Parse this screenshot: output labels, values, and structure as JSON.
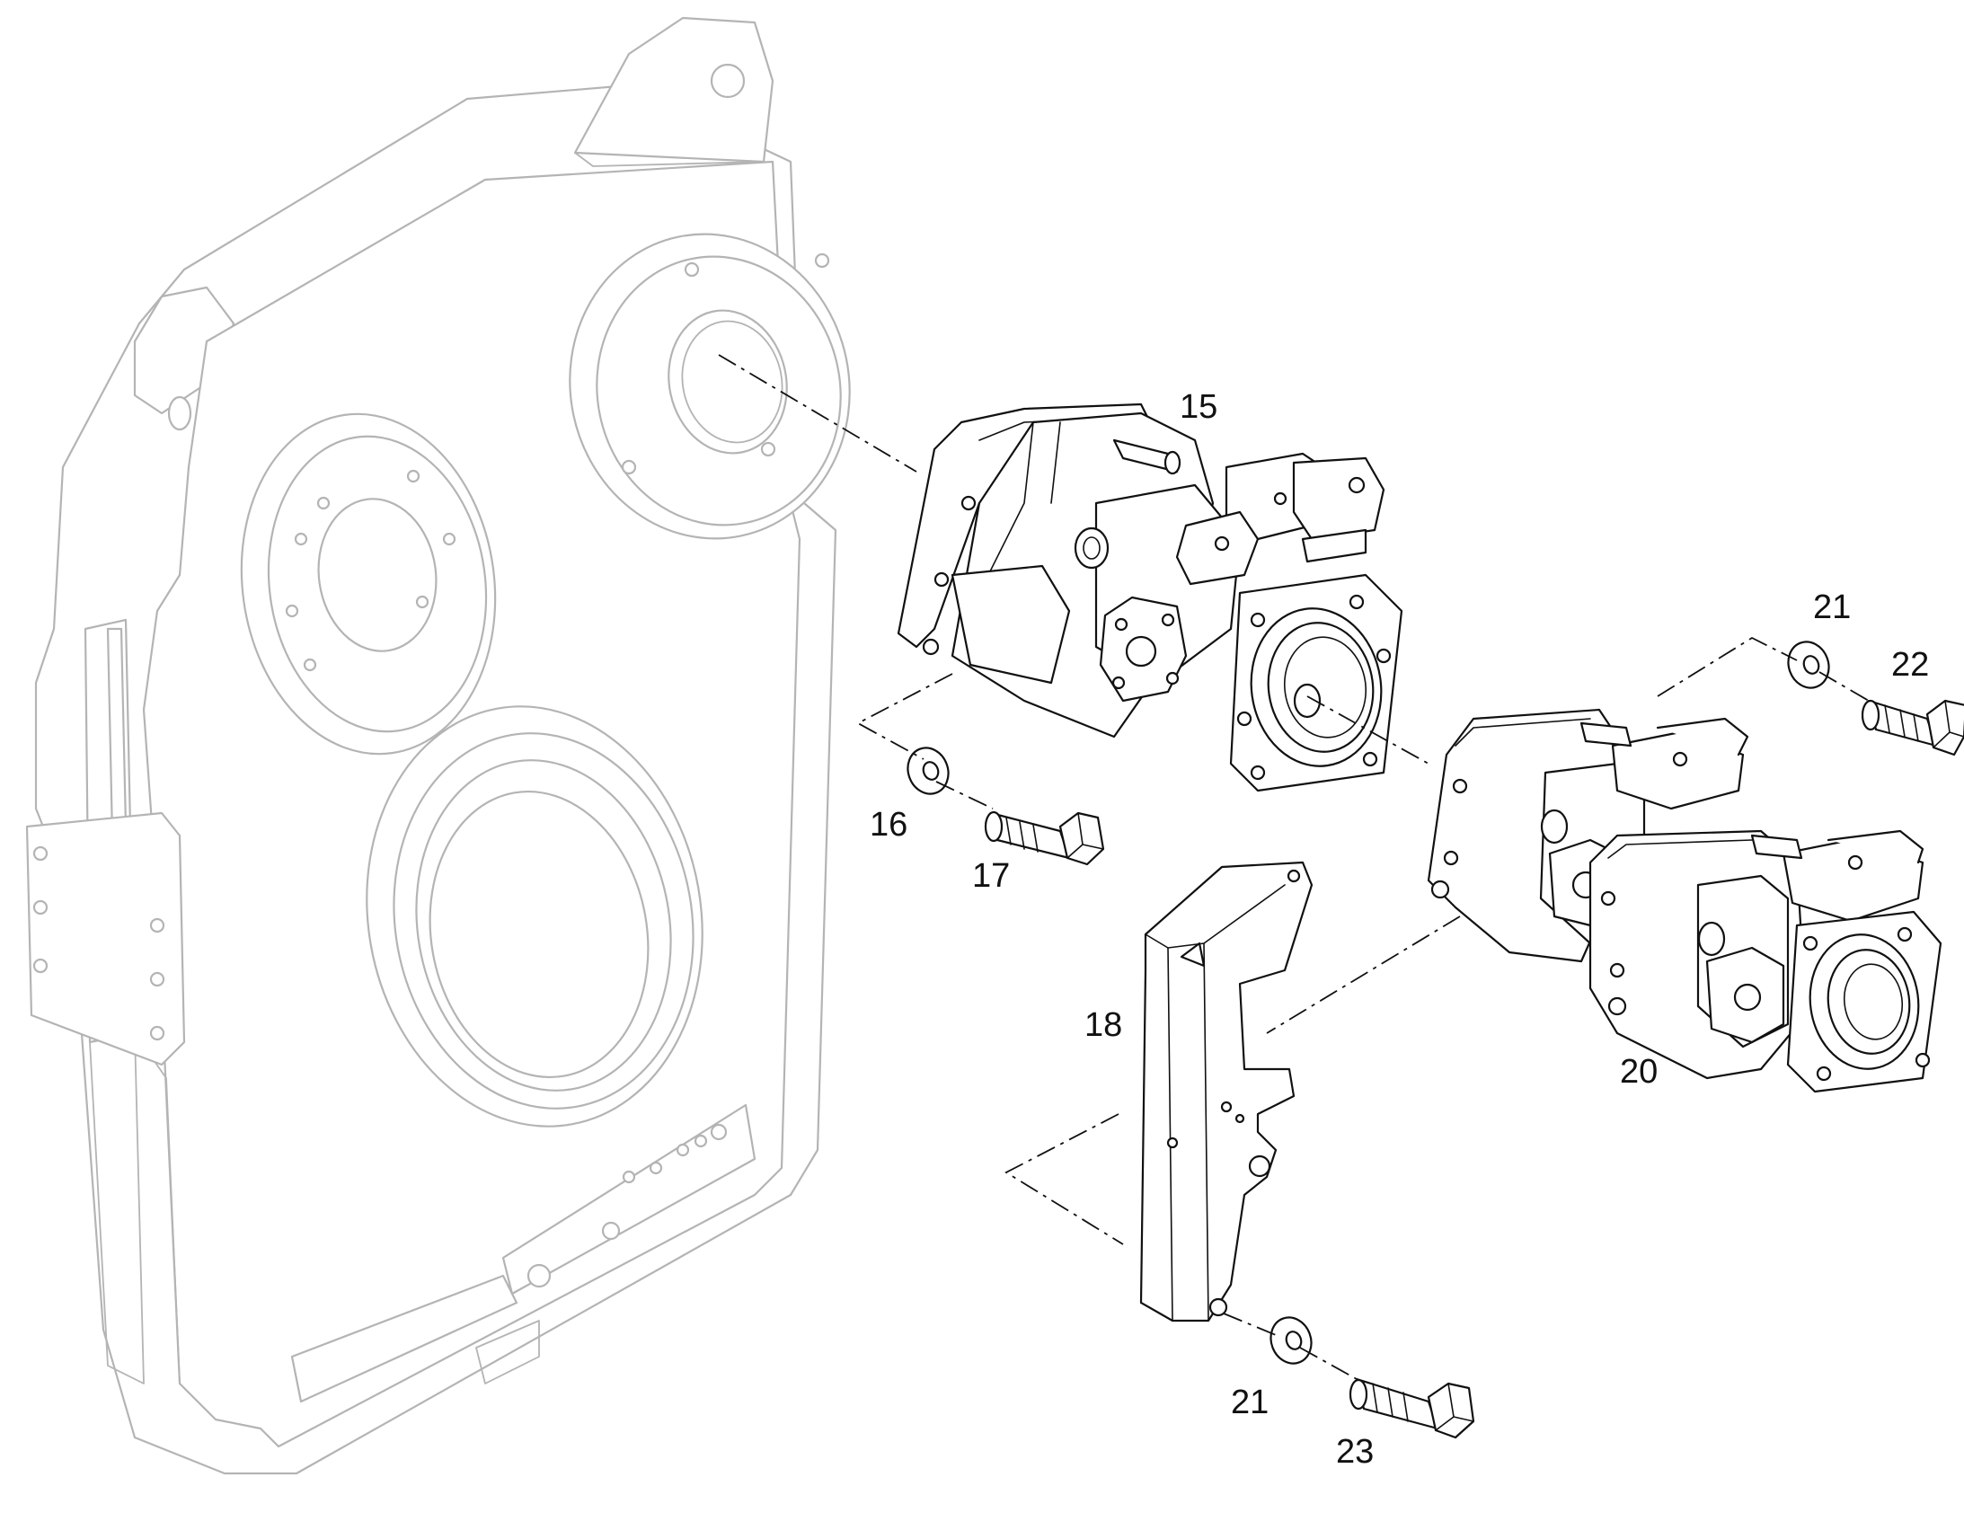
{
  "callouts": {
    "c15": "15",
    "c16": "16",
    "c17": "17",
    "c18": "18",
    "c20": "20",
    "c21a": "21",
    "c21b": "21",
    "c22": "22",
    "c23": "23"
  },
  "colors": {
    "housing_outline": "#b4b4b4",
    "part_outline": "#111111",
    "background": "#ffffff"
  }
}
